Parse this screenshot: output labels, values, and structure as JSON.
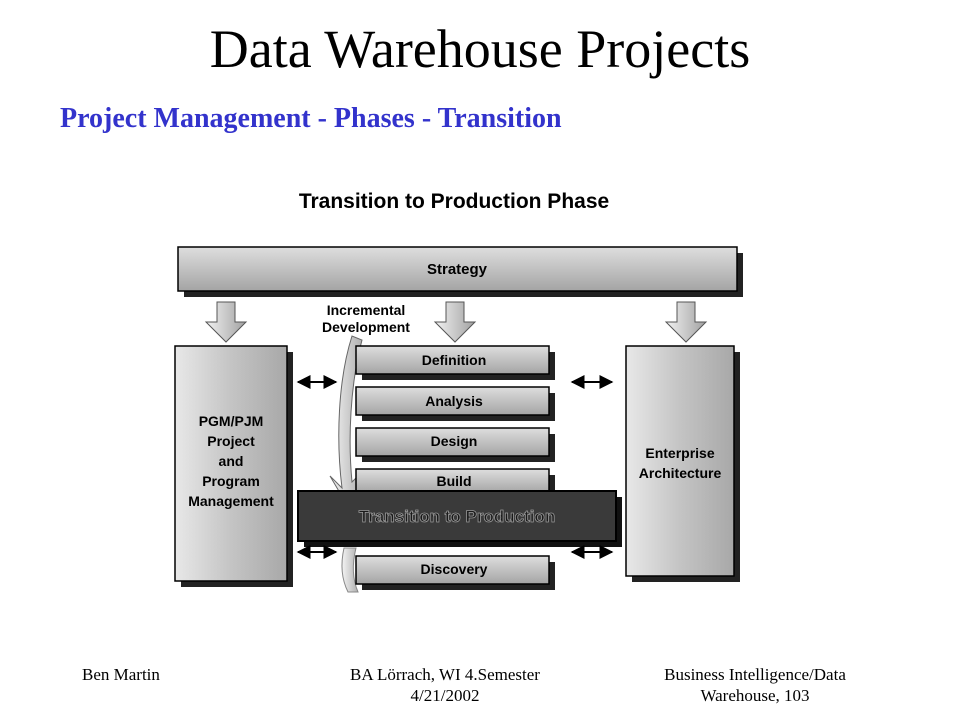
{
  "slide": {
    "title": "Data Warehouse Projects",
    "subtitle": "Project Management - Phases - Transition"
  },
  "diagram": {
    "title": "Transition to Production Phase",
    "strategy": "Strategy",
    "incremental": [
      "Incremental",
      "Development"
    ],
    "left_box": [
      "PGM/PJM",
      "Project",
      "and",
      "Program",
      "Management"
    ],
    "right_box": [
      "Enterprise",
      "Architecture"
    ],
    "phases": [
      "Definition",
      "Analysis",
      "Design",
      "Build",
      "Discovery"
    ],
    "highlight": "Transition to Production"
  },
  "footer": {
    "author": "Ben Martin",
    "org": "BA Lörrach, WI 4.Semester",
    "date": "4/21/2002",
    "course": "Business Intelligence/Data",
    "page": "Warehouse, 103"
  },
  "colors": {
    "title_blue": "#3333cc",
    "box_gray": "#b8b8b8",
    "highlight_dark": "#3a3a3a"
  }
}
